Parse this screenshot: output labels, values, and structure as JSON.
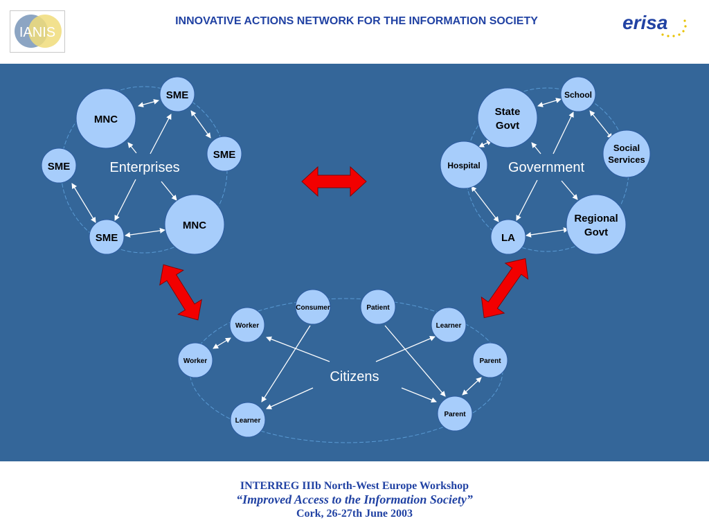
{
  "header": {
    "title": "INNOVATIVE ACTIONS NETWORK FOR THE INFORMATION SOCIETY",
    "logo_left_text": "IANIS",
    "logo_right_text": "erisa"
  },
  "colors": {
    "background": "#346699",
    "node_fill": "#a7cdfb",
    "arrow_red": "#f20000",
    "title_blue": "#2142a3"
  },
  "enterprises": {
    "label": "Enterprises",
    "nodes": {
      "mnc_top": "MNC",
      "sme_top": "SME",
      "sme_right": "SME",
      "sme_left": "SME",
      "mnc_bottom": "MNC",
      "sme_bottom": "SME"
    }
  },
  "government": {
    "label": "Government",
    "nodes": {
      "state_govt_1": "State",
      "state_govt_2": "Govt",
      "school": "School",
      "social_1": "Social",
      "social_2": "Services",
      "hospital": "Hospital",
      "regional_1": "Regional",
      "regional_2": "Govt",
      "la": "LA"
    }
  },
  "citizens": {
    "label": "Citizens",
    "nodes": {
      "consumer": "Consumer",
      "patient": "Patient",
      "worker_top": "Worker",
      "learner_top": "Learner",
      "worker_left": "Worker",
      "parent_right": "Parent",
      "learner_bottom": "Learner",
      "parent_bottom": "Parent"
    }
  },
  "footer": {
    "line1": "INTERREG IIIb North-West Europe Workshop",
    "line2": "“Improved Access to the Information Society”",
    "line3": "Cork, 26-27th June 2003"
  }
}
